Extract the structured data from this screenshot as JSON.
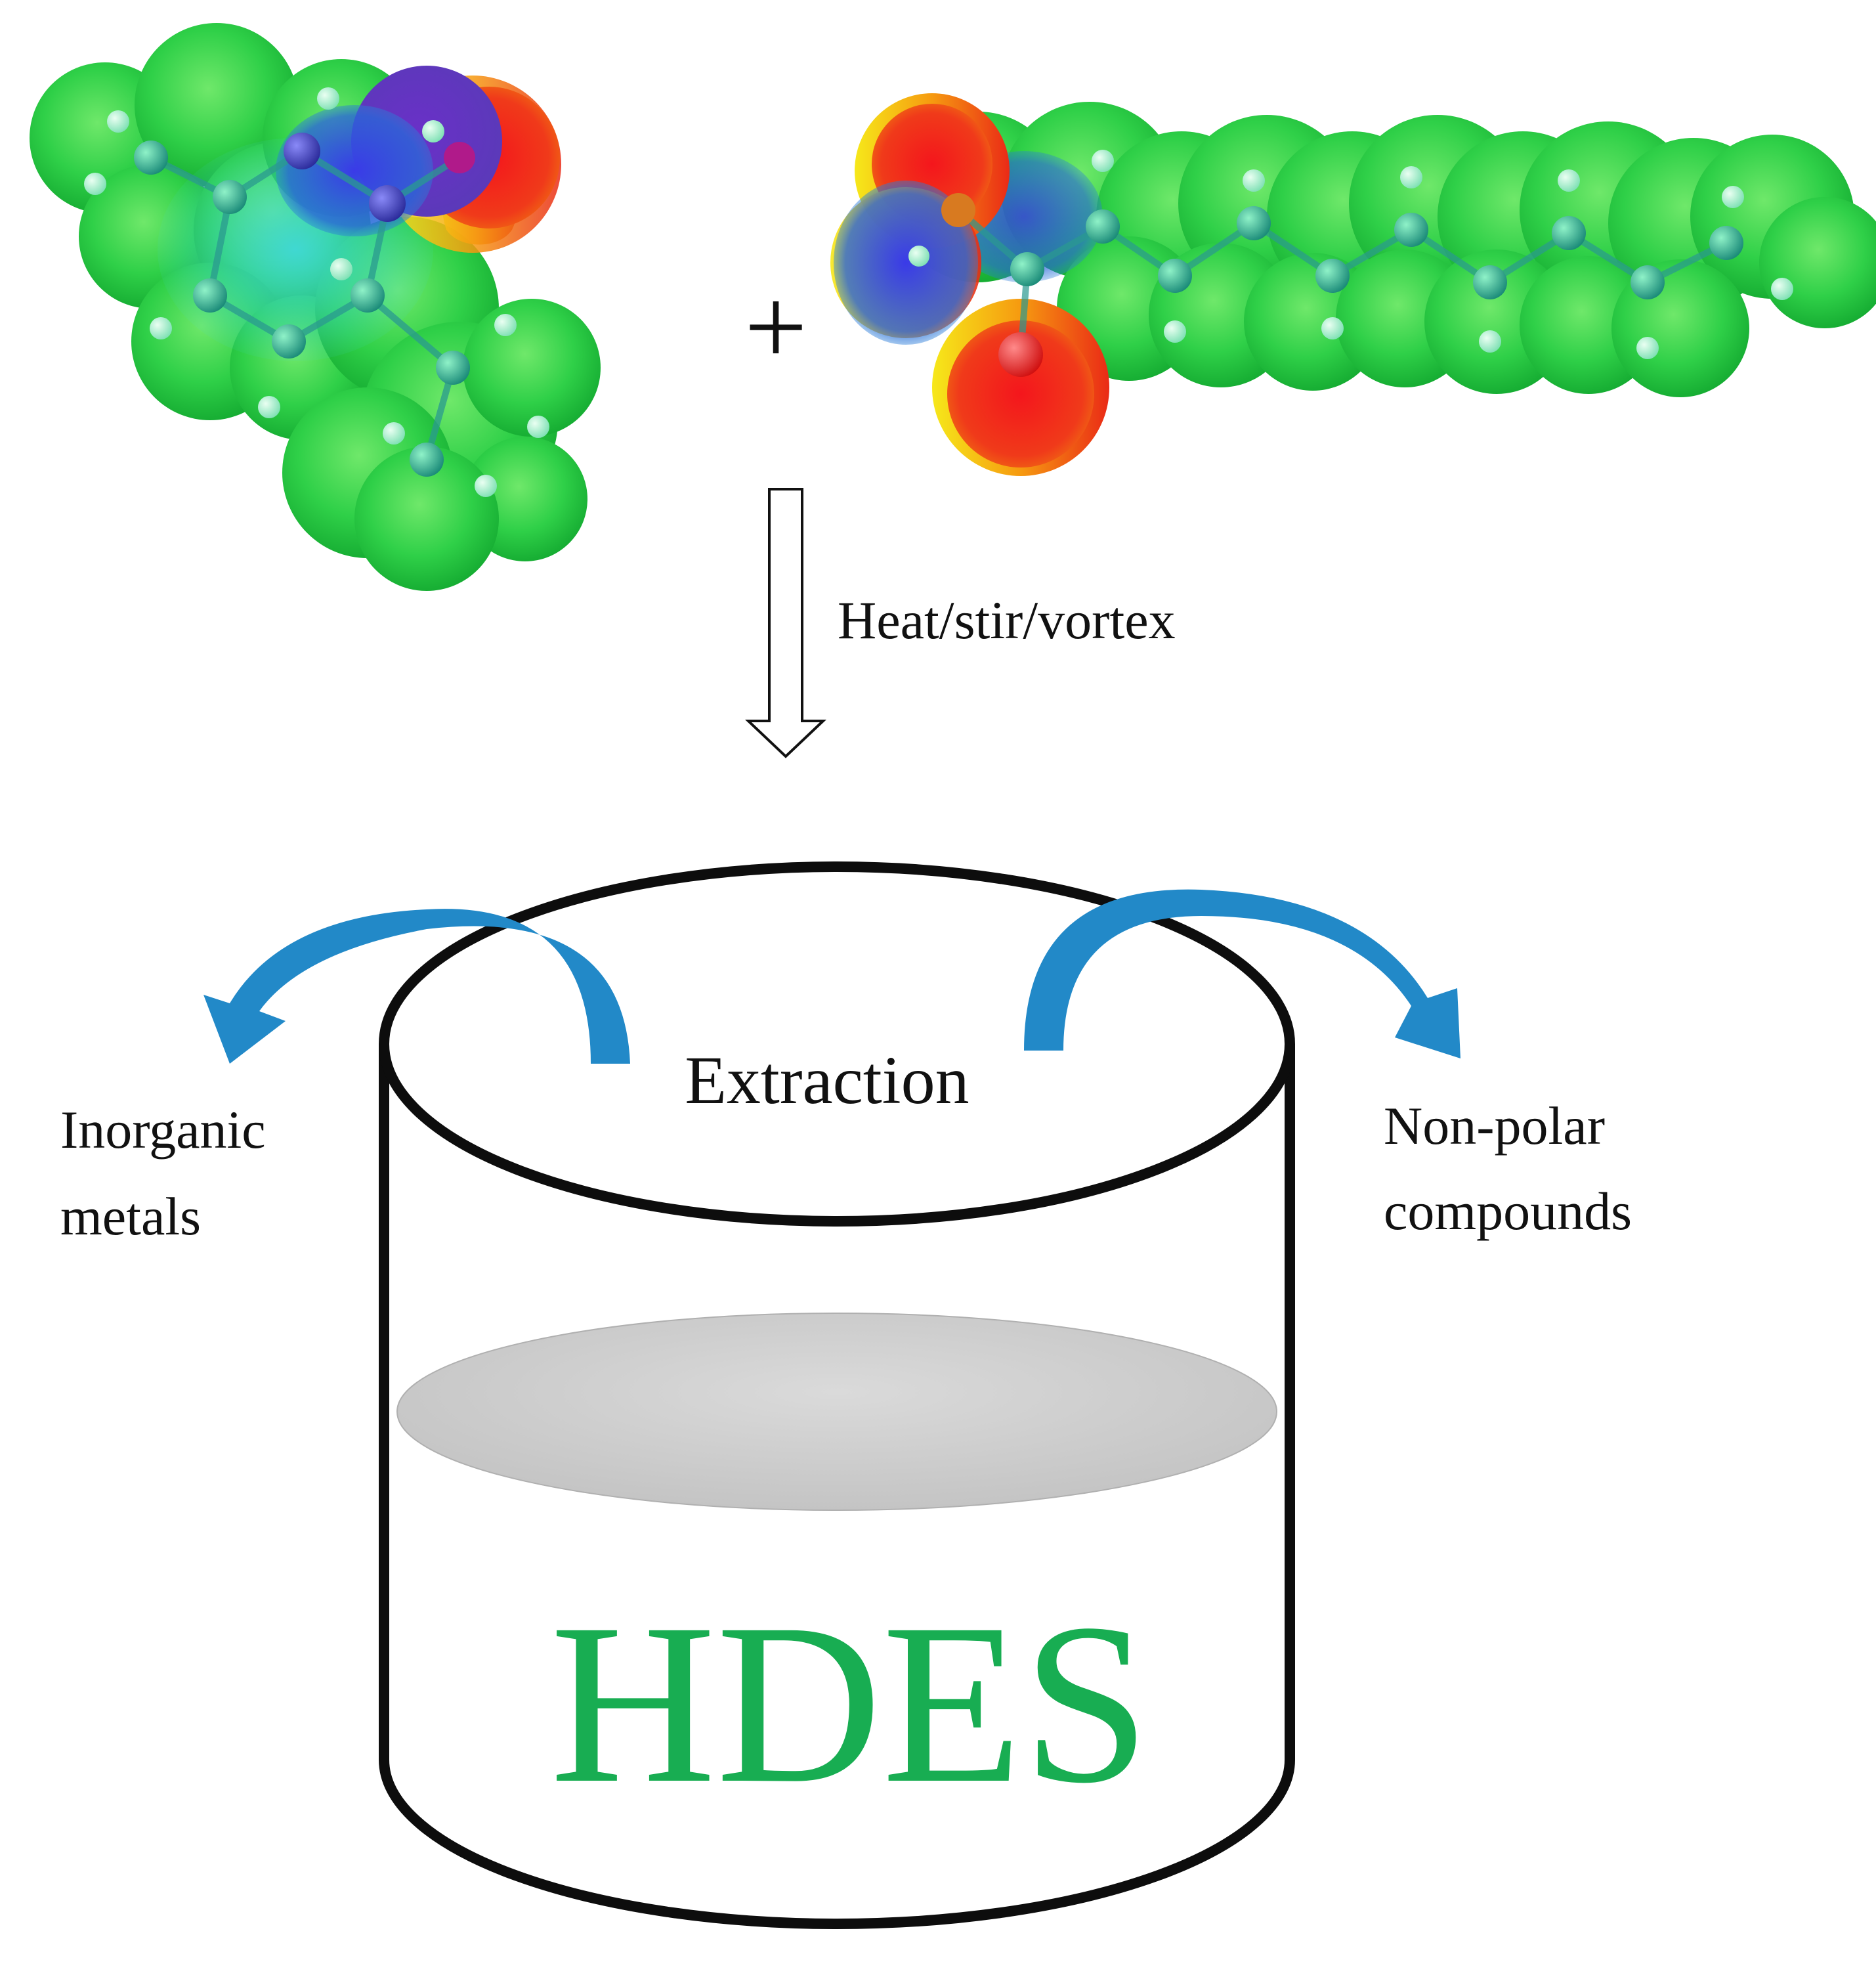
{
  "reactant_plus": "+",
  "process_label": "Heat/stir/vortex",
  "extraction_label": "Extraction",
  "left_output_lines": [
    "Inorganic",
    "metals"
  ],
  "right_output_lines": [
    "Non-polar",
    "compounds"
  ],
  "product_label": "HDES",
  "colors": {
    "product_text": "#18ad52",
    "flow_arrow": "#2289c8",
    "phase_layer": "#cccccc",
    "surface_green": "#22d047",
    "surface_red": "#f01818",
    "surface_blue": "#2828d8",
    "surface_purple": "#7036b8"
  },
  "icons": {
    "molecule_left": "electrostatic-potential-surface",
    "molecule_right": "electrostatic-potential-surface",
    "process_arrow": "hollow-down-arrow",
    "container": "cylinder-vessel"
  }
}
